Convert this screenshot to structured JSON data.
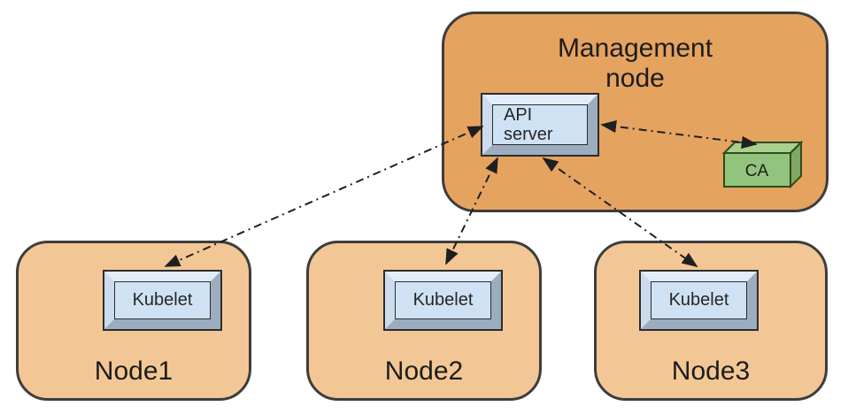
{
  "diagram": {
    "management_node": {
      "label": "Management node",
      "api_server_label": "API server",
      "ca_label": "CA"
    },
    "worker_nodes": [
      {
        "label": "Node1",
        "component_label": "Kubelet"
      },
      {
        "label": "Node2",
        "component_label": "Kubelet"
      },
      {
        "label": "Node3",
        "component_label": "Kubelet"
      }
    ],
    "connections": [
      {
        "from": "API server",
        "to": "Kubelet on Node1",
        "style": "dash-dot",
        "bidirectional": true
      },
      {
        "from": "API server",
        "to": "Kubelet on Node2",
        "style": "dash-dot",
        "bidirectional": true
      },
      {
        "from": "API server",
        "to": "Kubelet on Node3",
        "style": "dash-dot",
        "bidirectional": true
      },
      {
        "from": "API server",
        "to": "CA",
        "style": "dash-dot",
        "bidirectional": true
      }
    ],
    "colors": {
      "management_node_fill": "#e5a360",
      "worker_node_fill": "#f3c795",
      "component_face_fill": "#cfe2f3",
      "ca_front_fill": "#93c47d",
      "ca_top_fill": "#a9d18e",
      "ca_side_fill": "#7fa862",
      "outline": "#3d3d3d",
      "arrow_color": "#1f1f1f"
    }
  }
}
